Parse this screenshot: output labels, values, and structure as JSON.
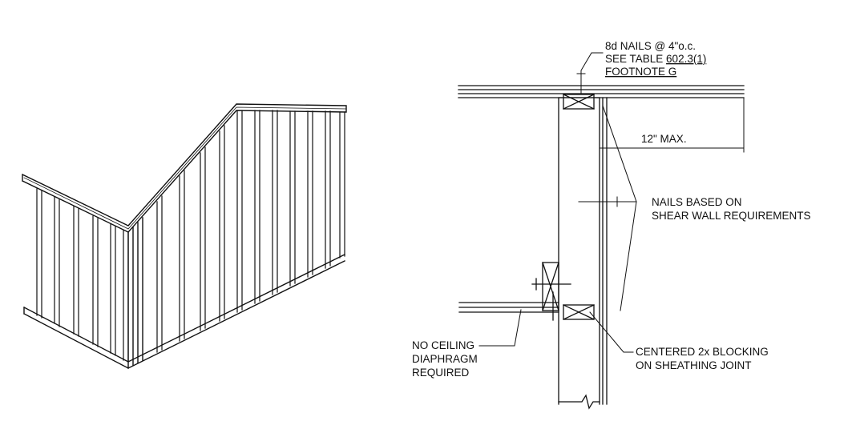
{
  "labels": {
    "nails_spec_line1": "8d NAILS @ 4\"o.c.",
    "nails_spec_line2_prefix": "SEE TABLE ",
    "nails_spec_line2_ref": "602.3(1)",
    "nails_spec_line3": "FOOTNOTE G",
    "max_dimension": "12\" MAX.",
    "shear_nails_line1": "NAILS BASED ON",
    "shear_nails_line2": "SHEAR WALL REQUIREMENTS",
    "no_ceiling_line1": "NO CEILING",
    "no_ceiling_line2": "DIAPHRAGM",
    "no_ceiling_line3": "REQUIRED",
    "blocking_line1": "CENTERED 2x BLOCKING",
    "blocking_line2": "ON SHEATHING JOINT"
  },
  "colors": {
    "line": "#111111",
    "background": "#ffffff"
  }
}
